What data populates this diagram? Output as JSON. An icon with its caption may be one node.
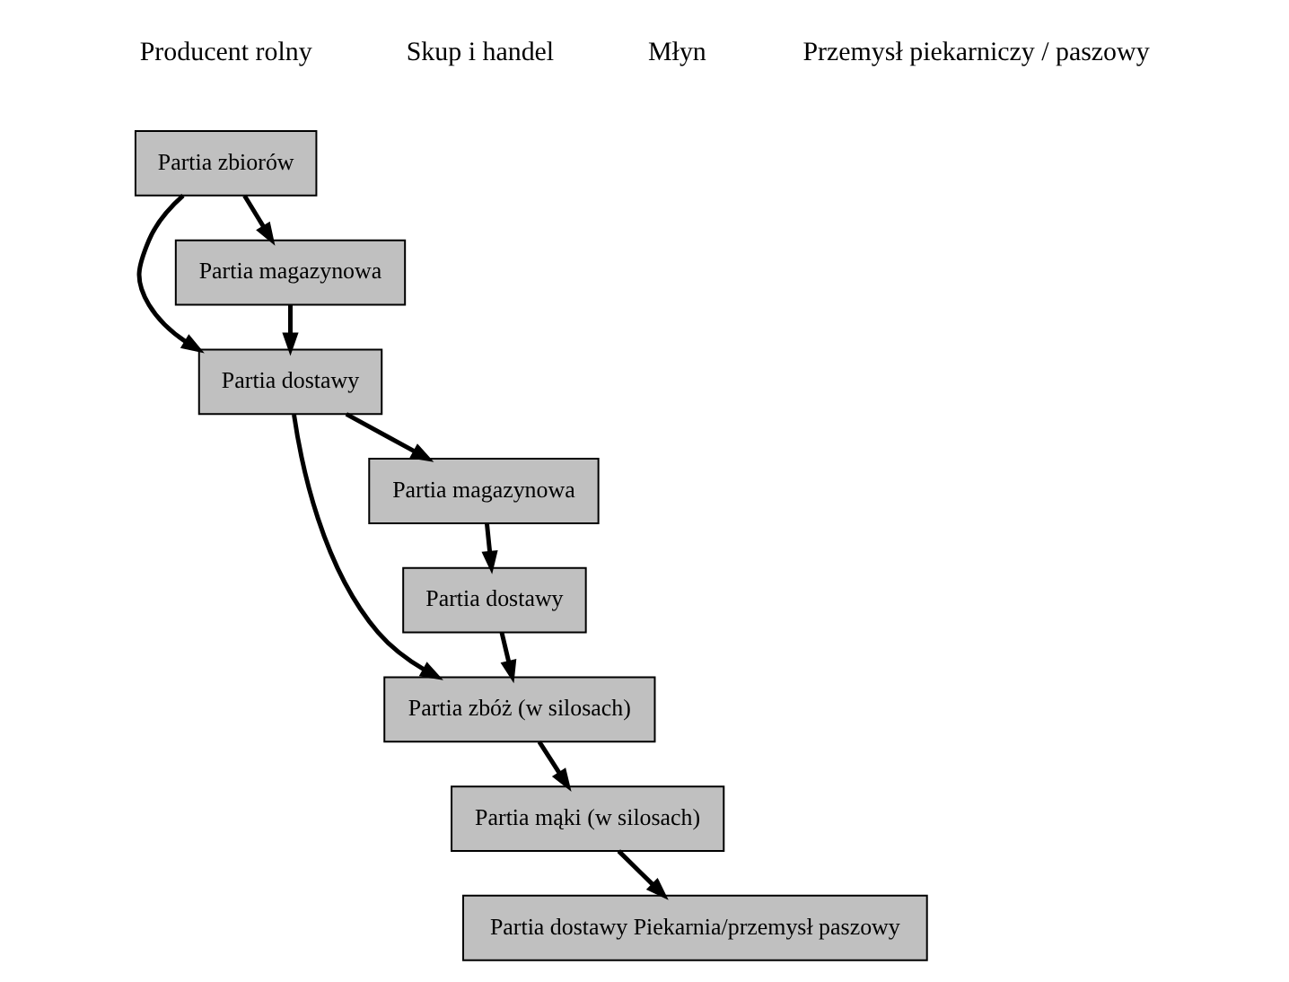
{
  "diagram": {
    "nodes": [
      {
        "text": [
          "Partia zbiorów"
        ]
      },
      {
        "text": [
          "Partia dostawy"
        ]
      },
      {
        "text": [
          "Partia magazynowa"
        ]
      },
      {
        "text": [
          "Partia magazynowa"
        ]
      },
      {
        "text": [
          "Partia dostawy"
        ]
      },
      {
        "text": [
          "Partia zbóż (w silosach)"
        ]
      },
      {
        "text": [
          "Partia mąki (w silosach)"
        ]
      },
      {
        "text": [
          "Partia dostawy Piekarnia/przemysł paszowy"
        ]
      }
    ],
    "edges": [
      {
        "from": 0,
        "to": 1,
        "arrow": "to"
      },
      {
        "from": 0,
        "to": 2,
        "arrow": "to"
      },
      {
        "from": 2,
        "to": 1,
        "arrow": "to"
      },
      {
        "from": 1,
        "to": 3,
        "arrow": "to"
      },
      {
        "from": 1,
        "to": 5,
        "arrow": "to"
      },
      {
        "from": 3,
        "to": 4,
        "arrow": "to"
      },
      {
        "from": 4,
        "to": 5,
        "arrow": "to"
      },
      {
        "from": 5,
        "to": 6,
        "arrow": "to"
      },
      {
        "from": 6,
        "to": 7,
        "arrow": "to"
      }
    ],
    "labels": [
      "Producent rolny",
      "Skup i handel",
      "Młyn",
      "Przemysł piekarniczy / paszowy"
    ]
  }
}
